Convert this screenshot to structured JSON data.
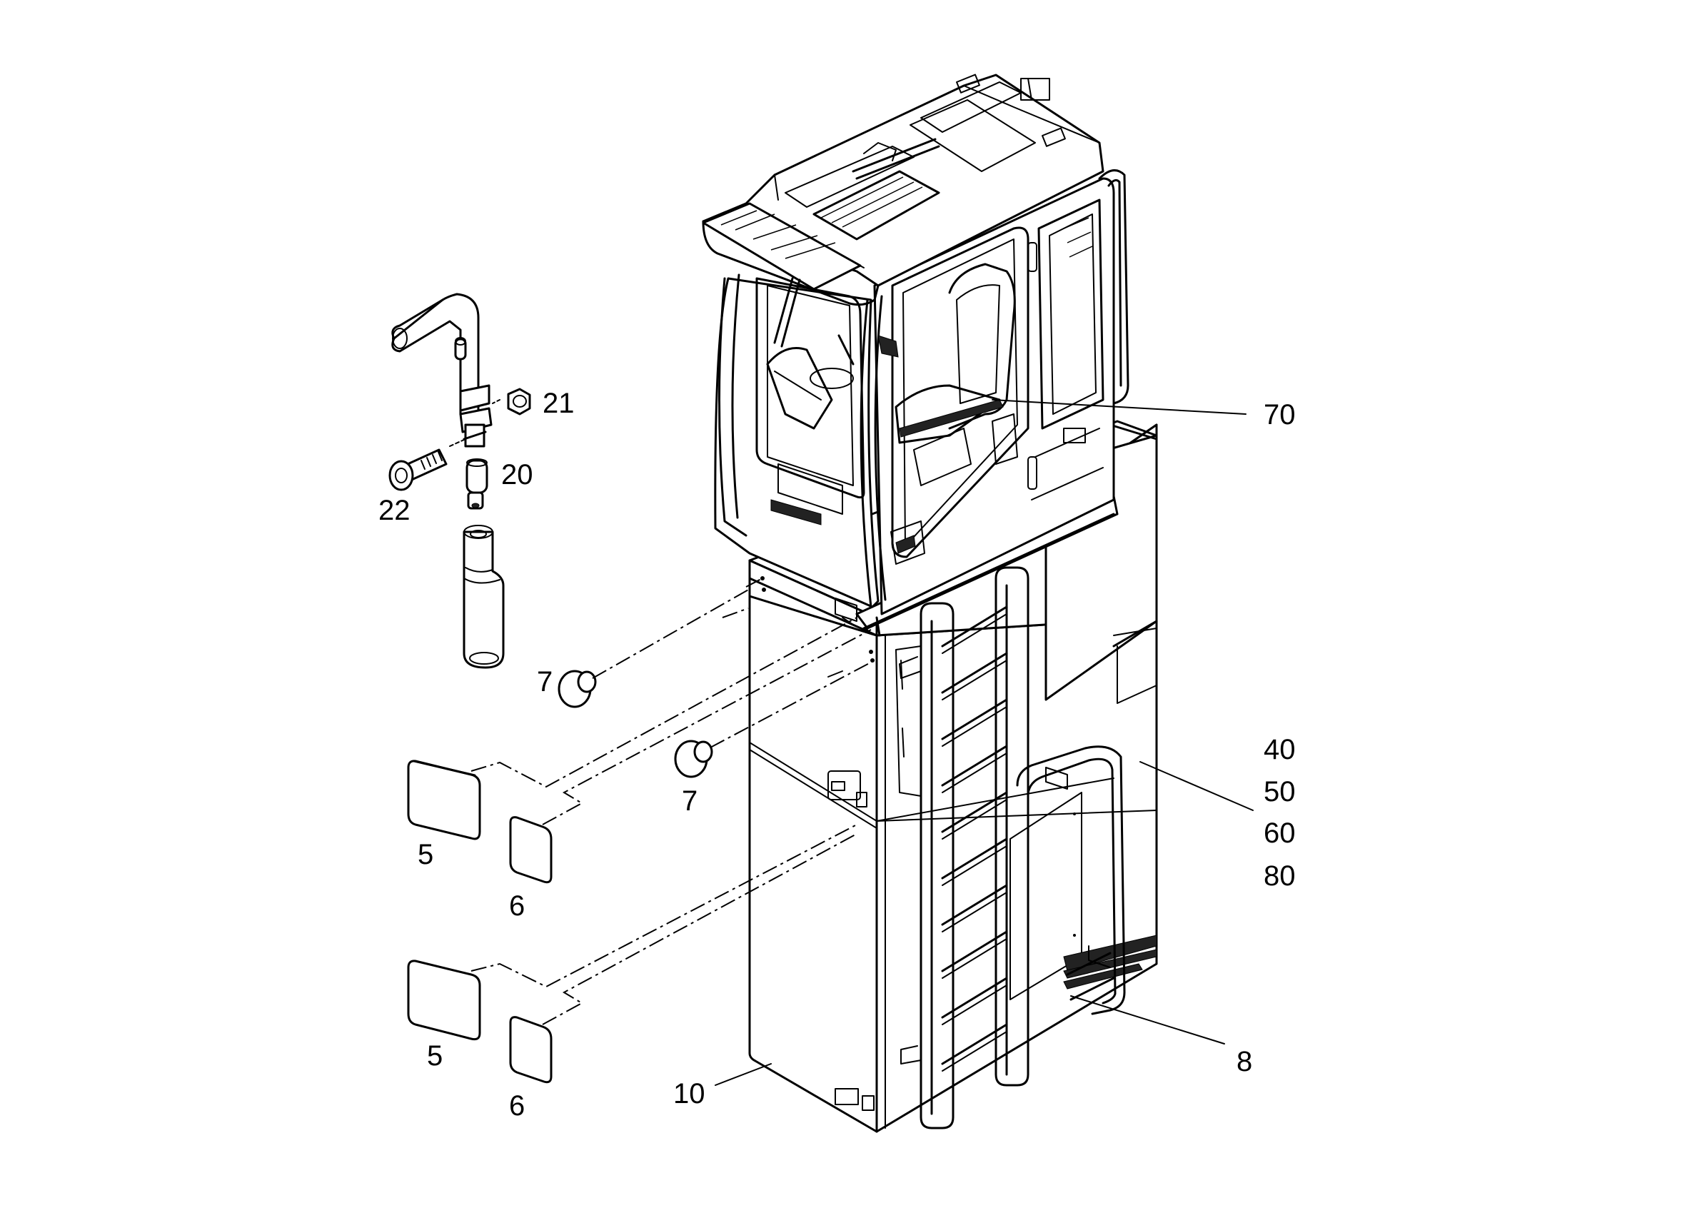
{
  "callouts": [
    {
      "id": "c70",
      "label": "70"
    },
    {
      "id": "c21",
      "label": "21"
    },
    {
      "id": "c20",
      "label": "20"
    },
    {
      "id": "c22",
      "label": "22"
    },
    {
      "id": "c7a",
      "label": "7"
    },
    {
      "id": "c7b",
      "label": "7"
    },
    {
      "id": "c40",
      "label": "40"
    },
    {
      "id": "c50",
      "label": "50"
    },
    {
      "id": "c60",
      "label": "60"
    },
    {
      "id": "c80",
      "label": "80"
    },
    {
      "id": "c5a",
      "label": "5"
    },
    {
      "id": "c6a",
      "label": "6"
    },
    {
      "id": "c5b",
      "label": "5"
    },
    {
      "id": "c6b",
      "label": "6"
    },
    {
      "id": "c8",
      "label": "8"
    },
    {
      "id": "c10",
      "label": "10"
    }
  ]
}
